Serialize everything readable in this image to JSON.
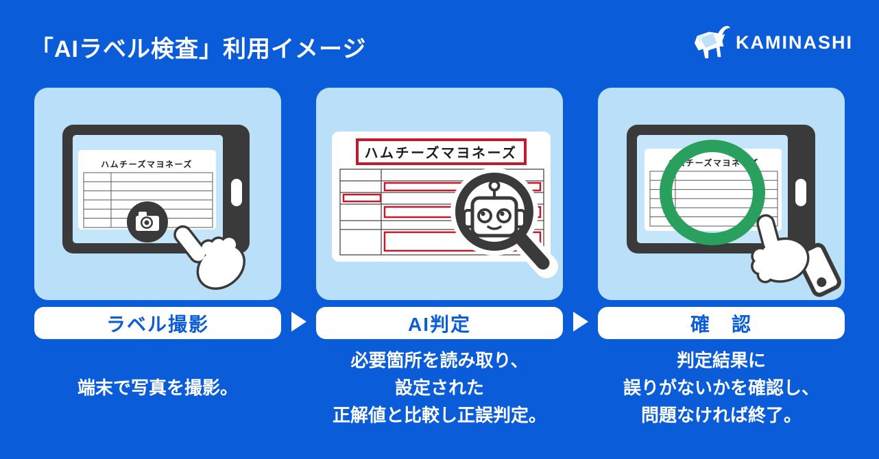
{
  "header": {
    "title": "「AIラベル検査」利用イメージ",
    "logo": {
      "brand": "KAMINASHI",
      "icon": "kaminashi-goat-icon"
    }
  },
  "label_card": {
    "title": "ハムチーズマヨネーズ"
  },
  "steps": [
    {
      "label": "ラベル撮影",
      "description_lines": [
        "端末で写真を撮影。"
      ],
      "illustration": "tablet-with-camera-and-tap-hand"
    },
    {
      "label": "AI判定",
      "description_lines": [
        "必要箇所を読み取り、",
        "設定された",
        "正解値と比較し正誤判定。"
      ],
      "illustration": "label-with-robot-magnifier-scan"
    },
    {
      "label": "確　認",
      "description_lines": [
        "判定結果に",
        "誤りがないかを確認し、",
        "問題なければ終了。"
      ],
      "illustration": "tablet-with-ok-circle-and-thumbs-up"
    }
  ],
  "arrow_glyph": "▶",
  "colors": {
    "background_blue": "#0b5cd8",
    "panel_light_blue": "#b9e0f8",
    "screen_light_blue": "#c4e5fa",
    "dark_gray": "#3a3a3a",
    "highlight_red": "#c4182b",
    "ok_green": "#2aa05e",
    "button_text_blue": "#0b5cd8",
    "white": "#ffffff"
  }
}
